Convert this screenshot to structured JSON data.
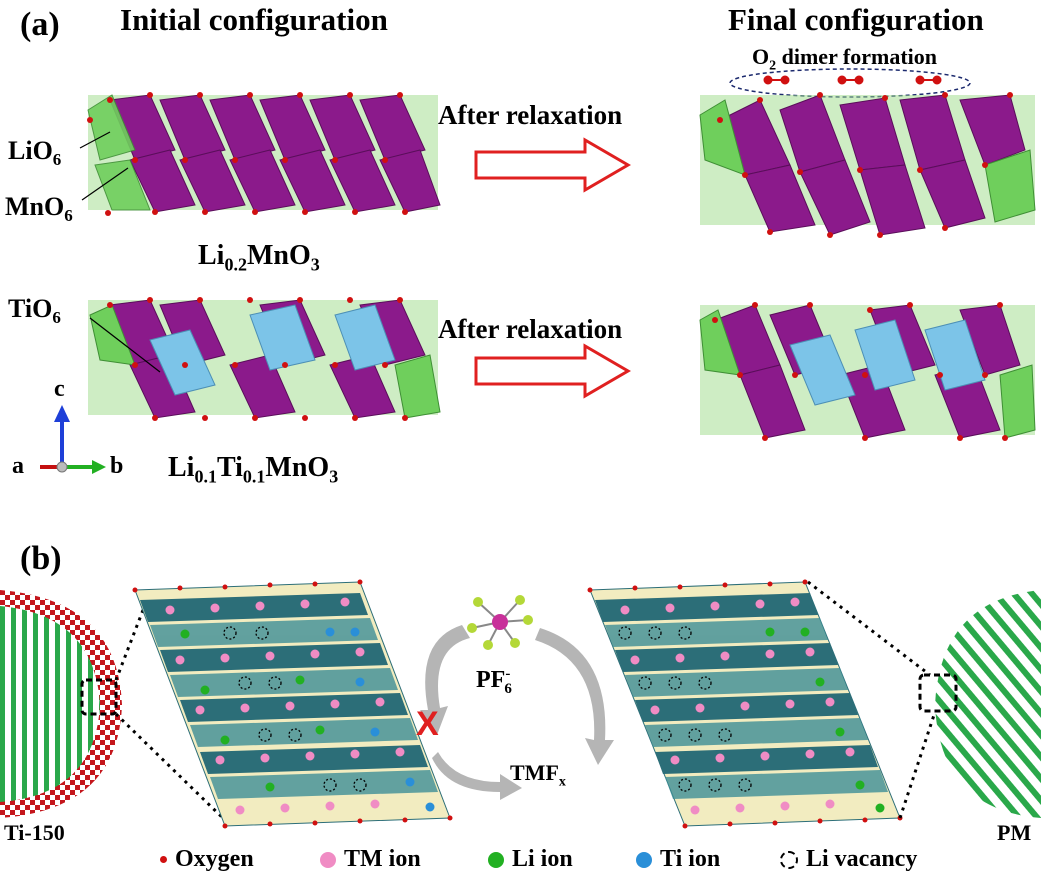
{
  "panel_a": {
    "label": "(a)",
    "title_initial": "Initial configuration",
    "title_final": "Final configuration",
    "relax_top": "After relaxation",
    "relax_bottom": "After relaxation",
    "o2_note": "O",
    "o2_sub": "2",
    "o2_rest": " dimer formation",
    "lio6": {
      "base": "LiO",
      "sub": "6"
    },
    "mno6": {
      "base": "MnO",
      "sub": "6"
    },
    "tio6": {
      "base": "TiO",
      "sub": "6"
    },
    "formula_top": {
      "p1": "Li",
      "s1": "0.2",
      "p2": "MnO",
      "s2": "3"
    },
    "formula_bottom": {
      "p1": "Li",
      "s1": "0.1",
      "p2": "Ti",
      "s2": "0.1",
      "p3": "MnO",
      "s3": "3"
    },
    "axes": {
      "c": "c",
      "a": "a",
      "b": "b"
    }
  },
  "panel_b": {
    "label": "(b)",
    "left_particle": "Ti-150",
    "right_particle": "PM",
    "pf6": {
      "base": "PF",
      "sup": "-",
      "sub": "6"
    },
    "tmf": {
      "base": "TMF",
      "sub": "x"
    },
    "block_mark": "X"
  },
  "legend": {
    "oxygen": "Oxygen",
    "tm_ion": "TM ion",
    "li_ion": "Li ion",
    "ti_ion": "Ti ion",
    "li_vacancy": "Li vacancy"
  },
  "colors": {
    "mn_octahedra": "#8b1a8b",
    "li_octahedra": "#7ccf6a",
    "ti_octahedra": "#7cc4e8",
    "oxygen": "#d01010",
    "arrow_red": "#e02020",
    "stripe_green": "#2aa84a",
    "teal": "#2c6e78",
    "cream": "#f2ecc0"
  }
}
